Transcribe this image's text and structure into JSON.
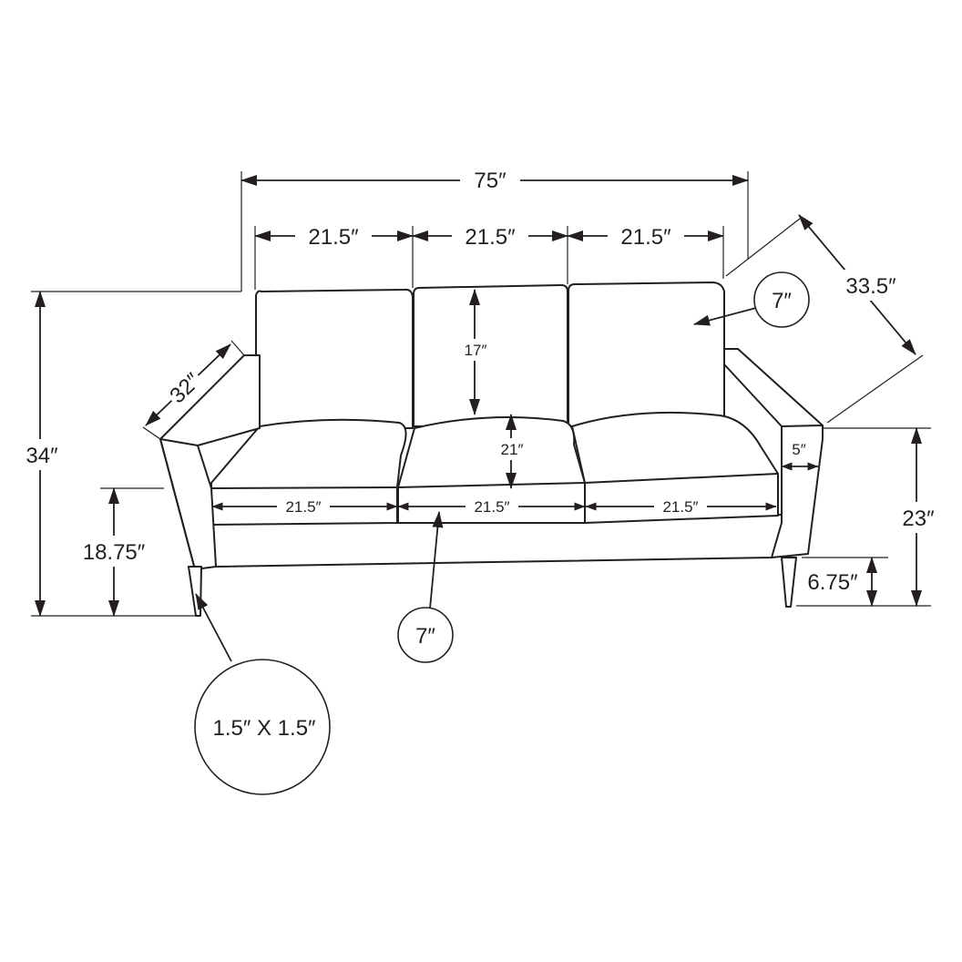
{
  "dimensions": {
    "overall_width": "75″",
    "back_cushion_widths": [
      "21.5″",
      "21.5″",
      "21.5″"
    ],
    "overall_depth": "33.5″",
    "back_cushion_thickness": "7″",
    "arm_depth": "32″",
    "back_cushion_height": "17″",
    "seat_depth": "21″",
    "overall_height": "34″",
    "seat_height": "18.75″",
    "arm_width": "5″",
    "seat_cushion_widths": [
      "21.5″",
      "21.5″",
      "21.5″"
    ],
    "arm_height": "23″",
    "leg_height": "6.75″",
    "seat_cushion_thickness": "7″",
    "leg_size": "1.5″ X 1.5″"
  },
  "colors": {
    "line": "#231f20",
    "background": "#ffffff"
  }
}
